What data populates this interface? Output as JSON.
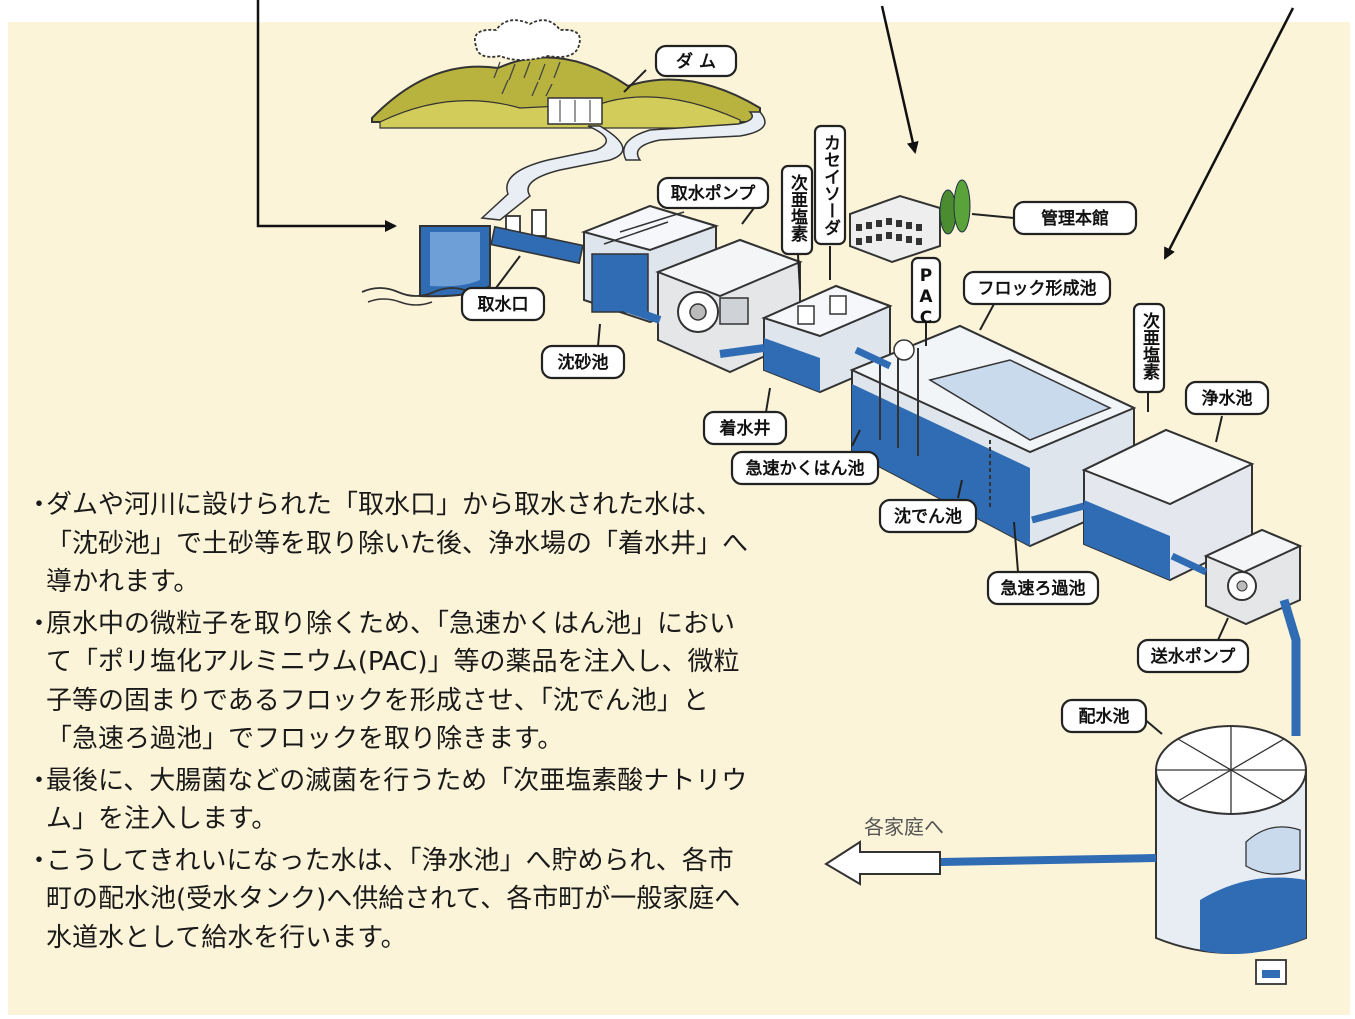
{
  "labels": {
    "dam": "ダ ム",
    "intake_pump": "取水ポンプ",
    "hypochlorite_1": "次亜塩素",
    "caustic_soda": "カセイソーダ",
    "headquarters": "管理本館",
    "intake": "取水口",
    "pac": "PAC",
    "floc_basin": "フロック形成池",
    "hypochlorite_2": "次亜塩素",
    "grit_basin": "沈砂池",
    "clear_well": "浄水池",
    "receiving_well": "着水井",
    "rapid_mix": "急速かくはん池",
    "sedimentation": "沈でん池",
    "rapid_filter": "急速ろ過池",
    "distribution_pump": "送水ポンプ",
    "distribution_reservoir": "配水池",
    "to_homes": "各家庭へ"
  },
  "description": [
    "ダムや河川に設けられた「取水口」から取水された水は、「沈砂池」で土砂等を取り除いた後、浄水場の「着水井」へ導かれます。",
    "原水中の微粒子を取り除くため、「急速かくはん池」において「ポリ塩化アルミニウム(PAC)」等の薬品を注入し、微粒子等の固まりであるフロックを形成させ、「沈でん池」と「急速ろ過池」でフロックを取り除きます。",
    "最後に、大腸菌などの滅菌を行うため「次亜塩素酸ナトリウム」を注入します。",
    "こうしてきれいになった水は、「浄水池」へ貯められ、各市町の配水池(受水タンク)へ供給されて、各市町が一般家庭へ水道水として給水を行います。"
  ],
  "bullet": "・",
  "colors": {
    "background": "#fbf4d9",
    "water": "#2f6cb3",
    "water_light": "#7fa9d9",
    "mountain": "#c9c24a",
    "tank_wall": "#dfe5ec"
  }
}
